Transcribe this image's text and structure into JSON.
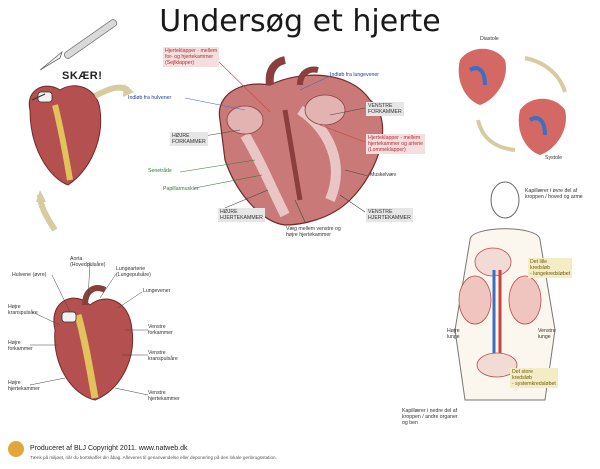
{
  "title": "Undersøg et hjerte",
  "cut_label": "SKÆR!",
  "main_labels": {
    "hjerteklapper_for": "Hjerteklapper - mellem\nfor- og hjertekammer\n(Sejlklapper)",
    "indlob_lungevener": "Indløb fra lungevener",
    "indlob_hulvener": "Indløb fra hulvener",
    "venstre_forkammer": "VENSTRE\nFORKAMMER",
    "hojre_forkammer": "HØJRE\nFORKAMMER",
    "hjerteklapper_arterie": "Hjerteklapper - mellem\nhjertekammer og arterie\n(Lommeklapper)",
    "senetrade": "Senetråde",
    "muskelvaev": "Muskelvæv",
    "papillarmuskler": "Papillarmuskler",
    "hojre_hjertekammer": "HØJRE\nHJERTEKAMMER",
    "vaeg": "Væg mellem venstre og\nhøjre hjertekammer",
    "venstre_hjertekammer": "VENSTRE\nHJERTEKAMMER"
  },
  "cycle": {
    "diastole": "Diastole",
    "systole": "Systole"
  },
  "outer_labels": {
    "aorta": "Aorta\n(Hovedpulsåre)",
    "hulvene": "Hulvene (øvre)",
    "lungearterie": "Lungearterie\n(Lungepulsåre)",
    "lungevener": "Lungevener",
    "hojre_kranspulsaare": "Højre\nkranspulsåre",
    "hojre_forkammer": "Højre\nforkammer",
    "venstre_forkammer": "Venstre\nforkammer",
    "venstre_kranspulsaare": "Venstre\nkranspulsåre",
    "hojre_hjertekammer": "Højre\nhjertekammer",
    "venstre_hjertekammer": "Venstre\nhjertekammer"
  },
  "circulation": {
    "kapillaerer_ovre": "Kapillærer i øvre del af\nkroppen / hoved og arme",
    "det_lille": "Det lille\nkredsløb\n- lungekredsløbet",
    "hojre_lunge": "Højre\nlunge",
    "venstre_lunge": "Venstre\nlunge",
    "det_store": "Det store\nkredsløb\n- systemkredsløbet",
    "kapillaerer_nedre": "Kapillærer i nedre del af\nkroppen / andre organer\nog ben"
  },
  "footer": {
    "line1": "Produceret af BLJ Copyright 2011. www.natweb.dk",
    "line2": "Tænk på miljøet, når du bortskaffer din åbag. Afleveres til genanvendelse eller deponering på den lokale genbrugsstation."
  },
  "colors": {
    "heart_red": "#b4504f",
    "fat_yellow": "#e2c25a",
    "vessel_blue": "#3b6fc2",
    "vessel_red": "#c9423f",
    "arrow_tan": "#d8cba0"
  }
}
